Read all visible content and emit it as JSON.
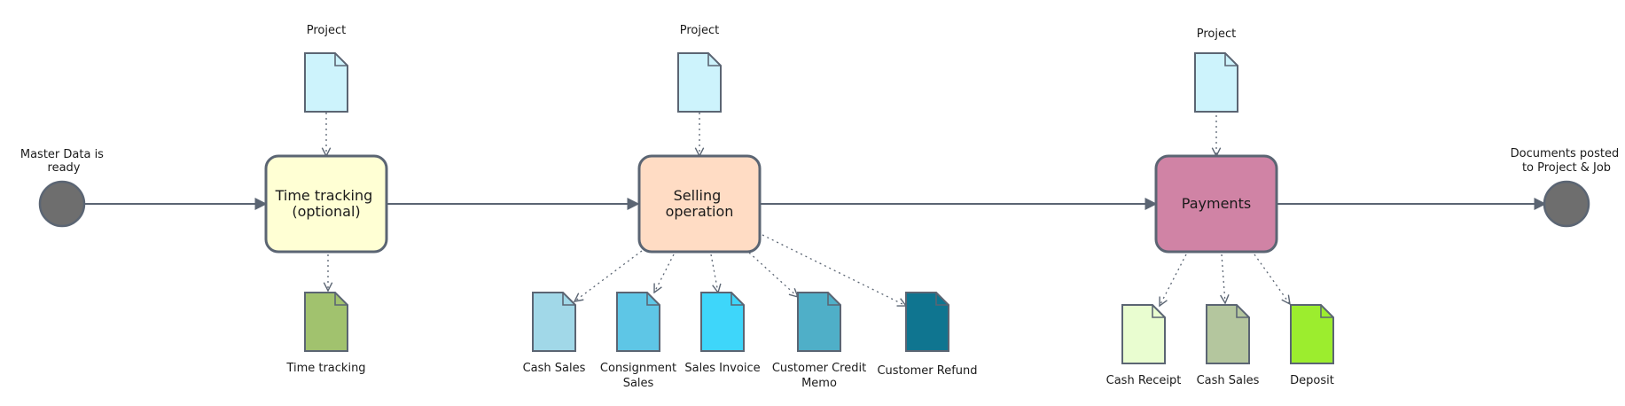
{
  "events": {
    "start": {
      "label_lines": [
        "Master Data is",
        "ready"
      ]
    },
    "end": {
      "label_lines": [
        "Documents posted",
        "to Project & Job"
      ]
    }
  },
  "tasks": {
    "time_tracking": {
      "label_lines": [
        "Time tracking",
        "(optional)"
      ],
      "fill": "#ffffd4"
    },
    "selling_operation": {
      "label_lines": [
        "Selling",
        "operation"
      ],
      "fill": "#ffdcc4"
    },
    "payments": {
      "label_lines": [
        "Payments"
      ],
      "fill": "#d083a5"
    }
  },
  "documents": {
    "project_1": {
      "label_lines": [
        "Project"
      ],
      "fill": "#cdf3fc"
    },
    "project_2": {
      "label_lines": [
        "Project"
      ],
      "fill": "#cdf3fc"
    },
    "project_3": {
      "label_lines": [
        "Project"
      ],
      "fill": "#cdf3fc"
    },
    "time_tracking_doc": {
      "label_lines": [
        "Time tracking"
      ],
      "fill": "#a1c26e"
    },
    "cash_sales_1": {
      "label_lines": [
        "Cash Sales"
      ],
      "fill": "#a1d8e8"
    },
    "consignment_sales": {
      "label_lines": [
        "Consignment",
        "Sales"
      ],
      "fill": "#5ec6e6"
    },
    "sales_invoice": {
      "label_lines": [
        "Sales Invoice"
      ],
      "fill": "#3ed6fa"
    },
    "customer_credit_memo": {
      "label_lines": [
        "Customer Credit",
        "Memo"
      ],
      "fill": "#4fafc8"
    },
    "customer_refund": {
      "label_lines": [
        "Customer Refund"
      ],
      "fill": "#0f7590"
    },
    "cash_receipt": {
      "label_lines": [
        "Cash Receipt"
      ],
      "fill": "#e9fdd0"
    },
    "cash_sales_2": {
      "label_lines": [
        "Cash Sales"
      ],
      "fill": "#b4c69e"
    },
    "deposit": {
      "label_lines": [
        "Deposit"
      ],
      "fill": "#9ced2e"
    }
  }
}
